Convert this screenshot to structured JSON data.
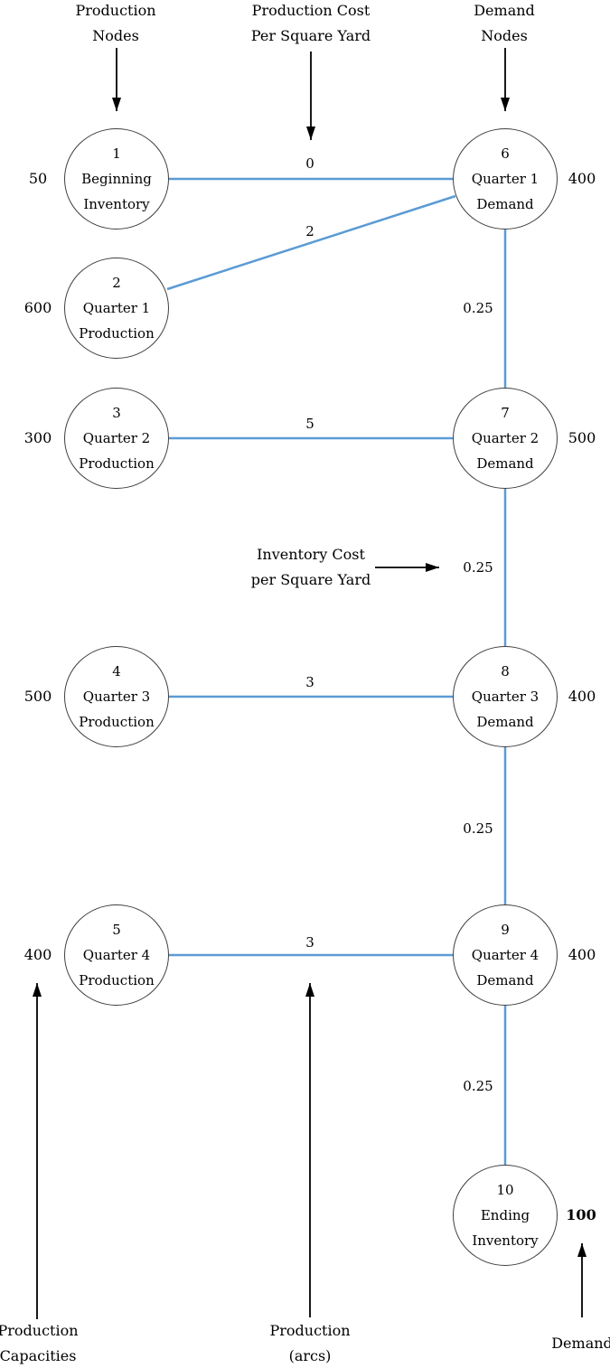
{
  "headers": {
    "production_nodes": {
      "line1": "Production",
      "line2": "Nodes"
    },
    "production_cost": {
      "line1": "Production Cost",
      "line2": "Per Square Yard"
    },
    "demand_nodes": {
      "line1": "Demand",
      "line2": "Nodes"
    }
  },
  "nodes": [
    {
      "id": "1",
      "line1": "Beginning",
      "line2": "Inventory",
      "side_label": "50"
    },
    {
      "id": "2",
      "line1": "Quarter 1",
      "line2": "Production",
      "side_label": "600"
    },
    {
      "id": "3",
      "line1": "Quarter 2",
      "line2": "Production",
      "side_label": "300"
    },
    {
      "id": "4",
      "line1": "Quarter 3",
      "line2": "Production",
      "side_label": "500"
    },
    {
      "id": "5",
      "line1": "Quarter 4",
      "line2": "Production",
      "side_label": "400"
    },
    {
      "id": "6",
      "line1": "Quarter 1",
      "line2": "Demand",
      "side_label": "400"
    },
    {
      "id": "7",
      "line1": "Quarter 2",
      "line2": "Demand",
      "side_label": "500"
    },
    {
      "id": "8",
      "line1": "Quarter 3",
      "line2": "Demand",
      "side_label": "400"
    },
    {
      "id": "9",
      "line1": "Quarter 4",
      "line2": "Demand",
      "side_label": "400"
    },
    {
      "id": "10",
      "line1": "Ending",
      "line2": "Inventory",
      "side_label": "100"
    }
  ],
  "arc_labels": {
    "production": [
      "0",
      "2",
      "5",
      "3",
      "3"
    ],
    "inventory": [
      "0.25",
      "0.25",
      "0.25",
      "0.25"
    ]
  },
  "annotations": {
    "inventory_cost": {
      "line1": "Inventory Cost",
      "line2": "per Square Yard"
    },
    "production_capacities": {
      "line1": "Production",
      "line2": "Capacities"
    },
    "production_arcs": {
      "line1": "Production",
      "line2": "(arcs)"
    },
    "demand": "Demand"
  },
  "colors": {
    "arc_blue": "#5b9bd5",
    "node_border": "#3f3f3f",
    "text": "#000000"
  }
}
